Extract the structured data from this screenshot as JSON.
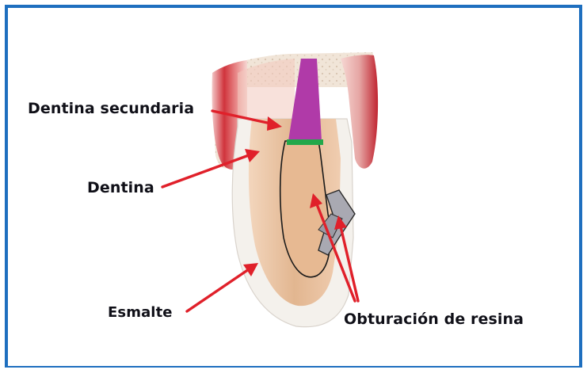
{
  "labels": {
    "secondary_dentin": "Dentina secundaria",
    "dentin": "Dentina",
    "enamel": "Esmalte",
    "resin_filling": "Obturación de resina"
  },
  "colors": {
    "frame": "#1e6fbf",
    "arrow": "#e0202a",
    "pulp_canal": "#b03aa8",
    "pulp_band": "#22a84a",
    "dentin": "#e2b690",
    "enamel": "#f4f1ec",
    "gum": "#c8303a",
    "resin": "#a9a9b2"
  },
  "icons": [
    "arrow-icon"
  ]
}
